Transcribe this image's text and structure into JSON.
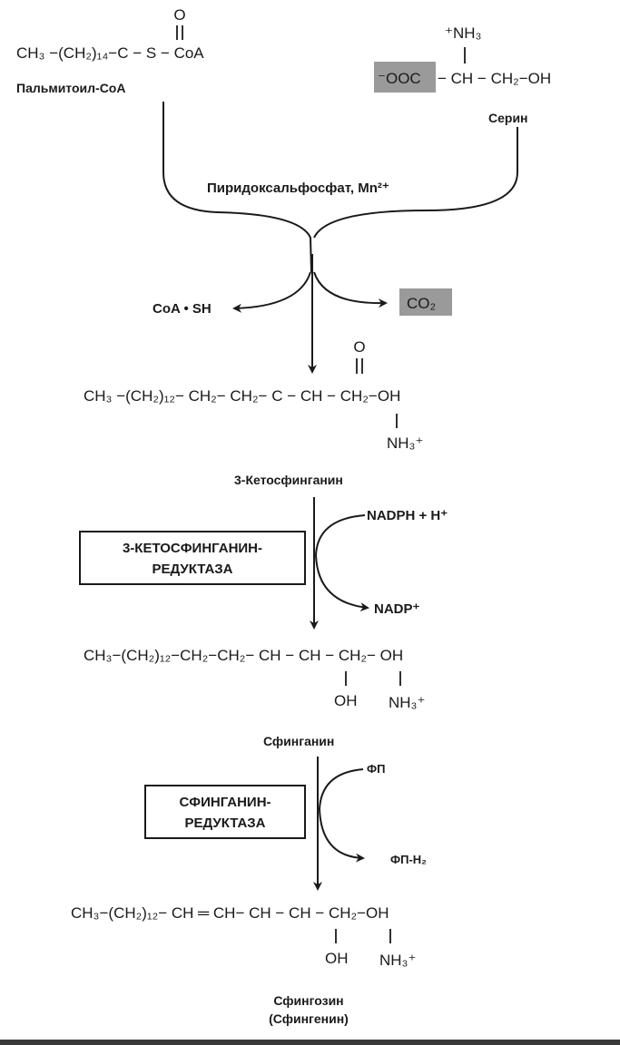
{
  "palmitoyl": {
    "formula": "CH₃ −(CH₂)₁₄−C − S − CoA",
    "oxygen": "O",
    "name": "Пальмитоил-CoA"
  },
  "serine": {
    "ammonium": "⁺NH₃",
    "carboxylate": "⁻OOC",
    "chain": "− CH − CH₂−OH",
    "name": "Серин"
  },
  "cofactor": "Пиридоксальфосфат, Mn²⁺",
  "products1": {
    "coash": "CoA • SH",
    "co2": "CO₂"
  },
  "ketosphinganine": {
    "formula": "CH₃ −(CH₂)₁₂− CH₂− CH₂− C − CH − CH₂−OH",
    "oxygen": "O",
    "ammonium": "NH₃⁺",
    "name": "3-Кетосфинганин"
  },
  "reductase1": {
    "line1": "3-КЕТОСФИНГАНИН-",
    "line2": "РЕДУКТАЗА",
    "input": "NADPH + H⁺",
    "output": "NADP⁺"
  },
  "sphinganine": {
    "formula": "CH₃−(CH₂)₁₂−CH₂−CH₂− CH − CH − CH₂− OH",
    "hydroxyl": "OH",
    "ammonium": "NH₃⁺",
    "name": "Сфинганин"
  },
  "reductase2": {
    "line1": "СФИНГАНИН-",
    "line2": "РЕДУКТАЗА",
    "input": "ФП",
    "output": "ФП-H₂"
  },
  "sphingosine": {
    "formula": "CH₃−(CH₂)₁₂− CH ═ CH− CH − CH − CH₂−OH",
    "hydroxyl": "OH",
    "ammonium": "NH₃⁺",
    "name1": "Сфингозин",
    "name2": "(Сфингенин)"
  }
}
